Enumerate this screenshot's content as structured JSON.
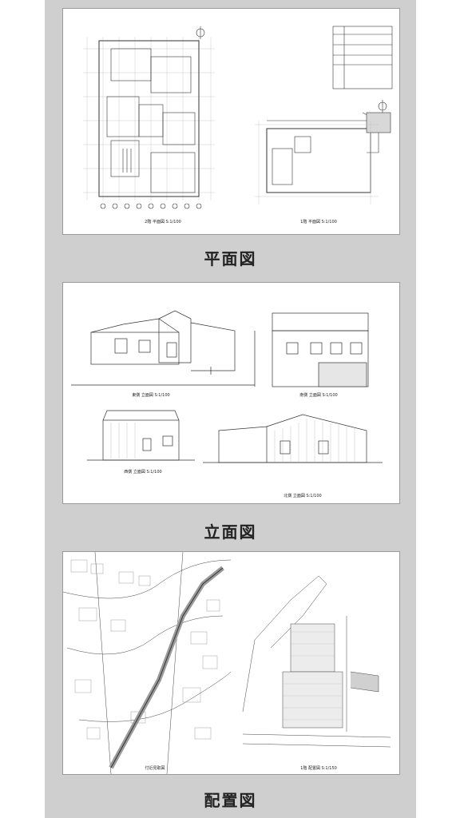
{
  "sections": [
    {
      "caption": "平面図",
      "drawing_titles": [
        "2階 平面図 S:1/100",
        "1階 平面図 S:1/100"
      ]
    },
    {
      "caption": "立面図",
      "drawing_titles": [
        "東側 立面図 S:1/100",
        "南側 立面図 S:1/100",
        "西側 立面図 S:1/100",
        "北側 立面図 S:1/100"
      ]
    },
    {
      "caption": "配置図",
      "drawing_titles": [
        "付近見取図",
        "1階 配置図 S:1/150"
      ]
    }
  ]
}
